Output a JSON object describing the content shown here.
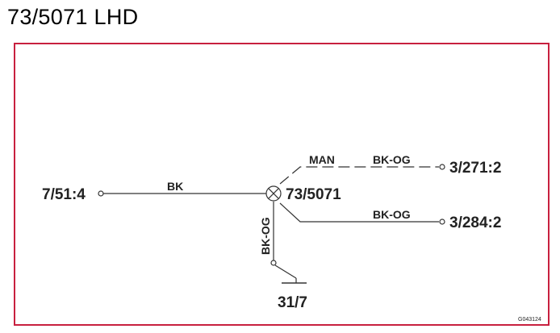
{
  "title": "73/5071 LHD",
  "colors": {
    "frame_border": "#c8203f",
    "line": "#333333",
    "text": "#222222"
  },
  "diagram": {
    "component": "73/5071",
    "connectors": {
      "left": "7/51:4",
      "right_top": "3/271:2",
      "right_bottom": "3/284:2",
      "ground": "31/7"
    },
    "wires": {
      "left_wire": "BK",
      "top_variant": "MAN",
      "top_wire": "BK-OG",
      "bottom_wire": "BK-OG",
      "ground_wire": "BK-OG"
    },
    "figure_ref": "G043124"
  }
}
